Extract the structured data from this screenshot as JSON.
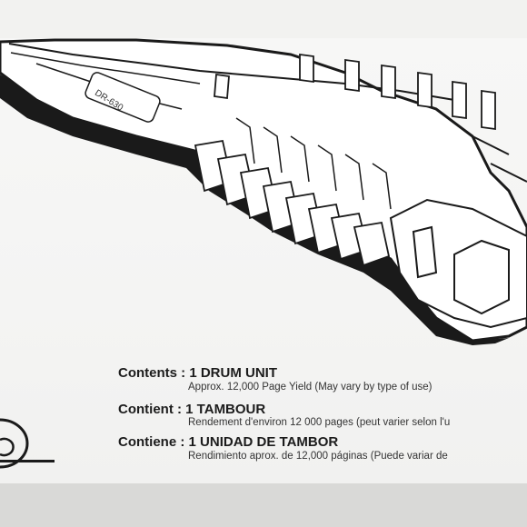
{
  "model": "DR-630",
  "contents": [
    {
      "heading": "Contents",
      "item": "1 DRUM UNIT",
      "detail": "Approx. 12,000 Page Yield (May vary by type of use)"
    },
    {
      "heading": "Contient",
      "item": "1 TAMBOUR",
      "detail": "Rendement d'environ 12 000 pages (peut varier selon l'u"
    },
    {
      "heading": "Contiene",
      "item": "1 UNIDAD DE TAMBOR",
      "detail": "Rendimiento aprox. de 12,000 páginas (Puede variar de"
    }
  ]
}
